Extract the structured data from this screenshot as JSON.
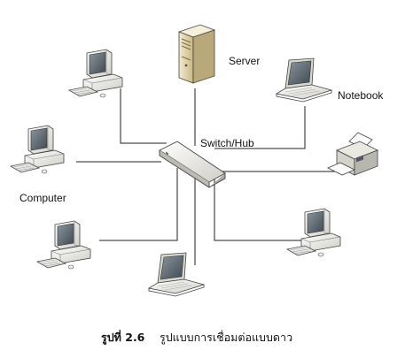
{
  "labels": {
    "server": "Server",
    "notebook": "Notebook",
    "switch": "Switch/Hub",
    "computer": "Computer"
  },
  "caption": {
    "number": "รูปที่ 2.6",
    "text": "รูปแบบการเชื่อมต่อแบบดาว"
  },
  "colors": {
    "line": "#222222",
    "device_body": "#ecebe4",
    "screen": "#5e6a72",
    "server_body": "#e8dcb0"
  }
}
